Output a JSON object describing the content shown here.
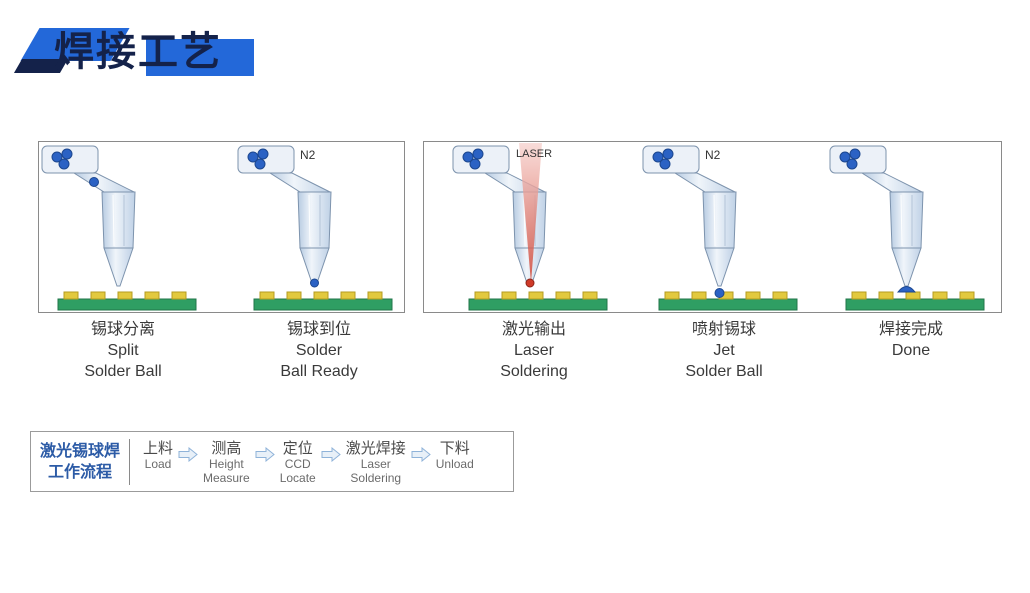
{
  "page": {
    "title": "焊接工艺"
  },
  "stages": [
    {
      "label_cn": "锡球分离",
      "label_en1": "Split",
      "label_en2": "Solder Ball",
      "tag": ""
    },
    {
      "label_cn": "锡球到位",
      "label_en1": "Solder",
      "label_en2": "Ball Ready",
      "tag": "N2"
    },
    {
      "label_cn": "激光输出",
      "label_en1": "Laser",
      "label_en2": "Soldering",
      "tag": "LASER"
    },
    {
      "label_cn": "喷射锡球",
      "label_en1": "Jet",
      "label_en2": "Solder Ball",
      "tag": "N2"
    },
    {
      "label_cn": "焊接完成",
      "label_en1": "Done",
      "label_en2": "",
      "tag": ""
    }
  ],
  "flow": {
    "title_line1": "激光锡球焊",
    "title_line2": "工作流程",
    "steps": [
      {
        "cn": "上料",
        "en1": "Load",
        "en2": ""
      },
      {
        "cn": "测高",
        "en1": "Height",
        "en2": "Measure"
      },
      {
        "cn": "定位",
        "en1": "CCD",
        "en2": "Locate"
      },
      {
        "cn": "激光焊接",
        "en1": "Laser",
        "en2": "Soldering"
      },
      {
        "cn": "下料",
        "en1": "Unload",
        "en2": ""
      }
    ]
  },
  "icons": {
    "flow_arrow": "right-arrow-outline",
    "solder_ball": "blue-sphere"
  },
  "colors": {
    "accent_blue": "#2368d9",
    "title_navy": "#14224a",
    "pcb_green": "#2f9e63",
    "pad_yellow": "#e2c93e",
    "solder_ball_blue": "#2b62c4",
    "laser_red": "#cf3a28",
    "flow_label_blue": "#2c5ba6"
  }
}
